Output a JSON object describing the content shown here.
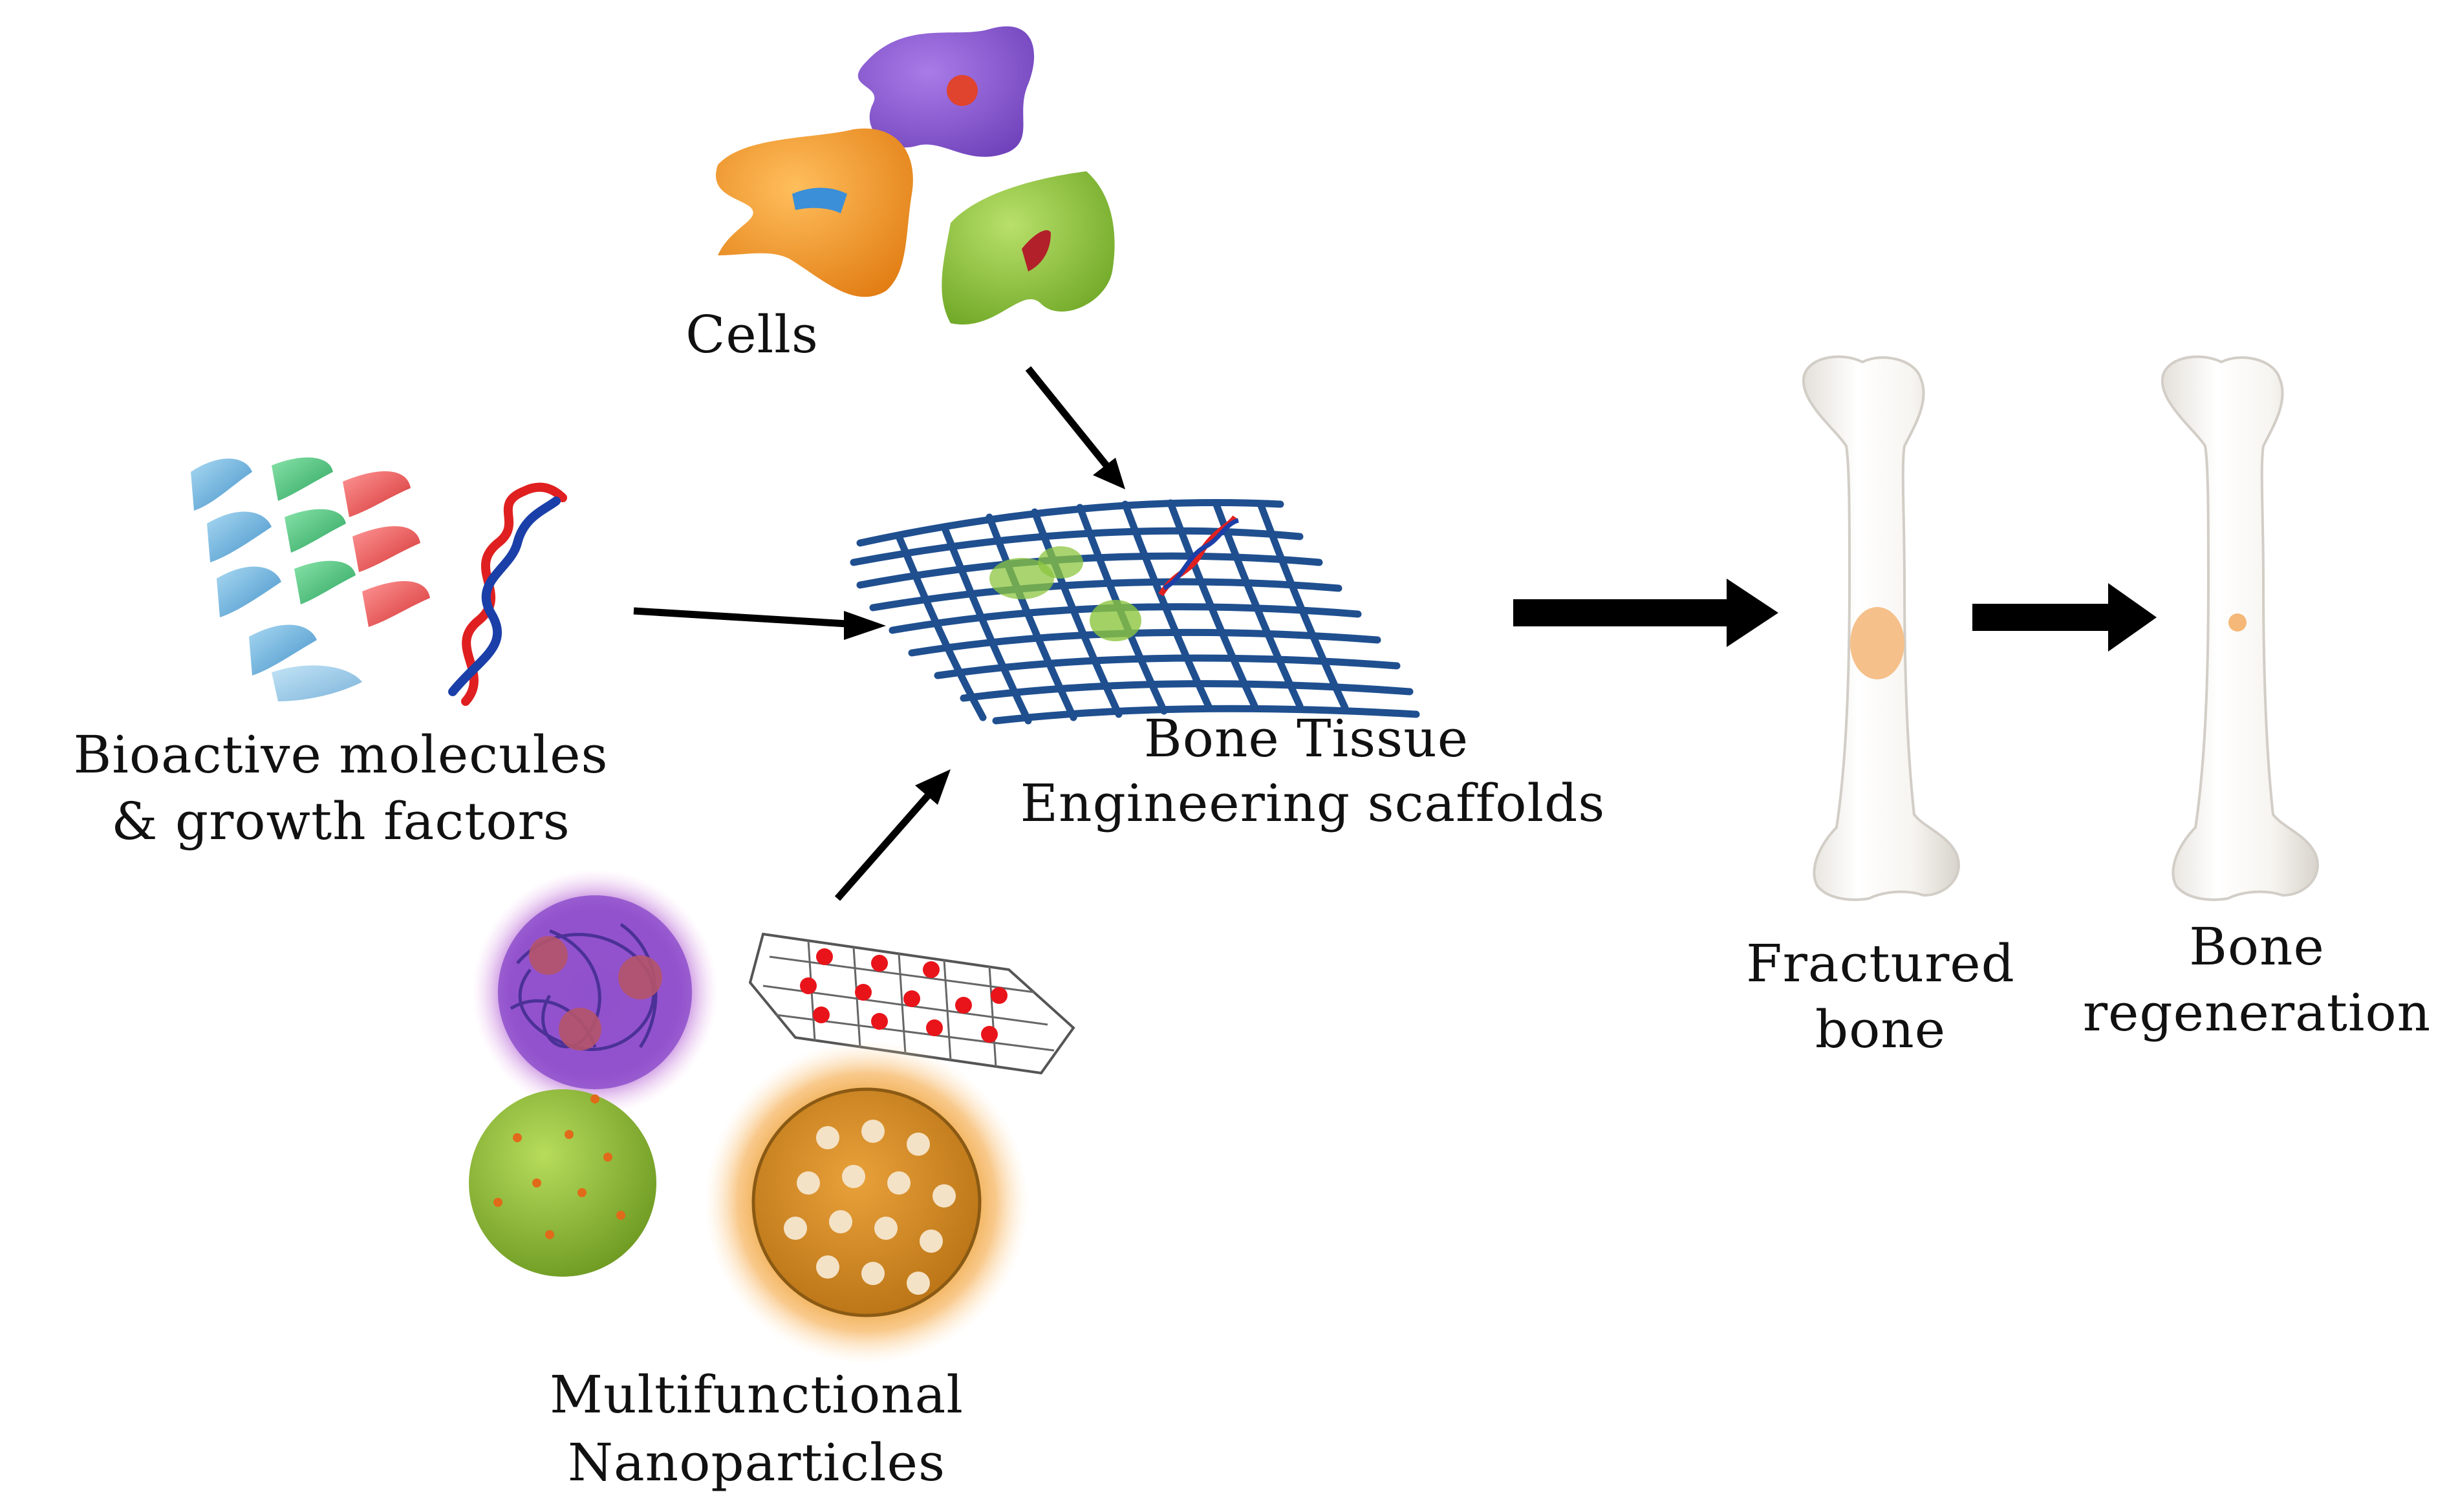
{
  "labels": {
    "cells": "Cells",
    "bioactive_line1": "Bioactive molecules",
    "bioactive_line2": "& growth factors",
    "scaffold_line1": "Bone Tissue",
    "scaffold_line2": "Engineering scaffolds",
    "nano_line1": "Multifunctional",
    "nano_line2": "Nanoparticles",
    "fractured_line1": "Fractured",
    "fractured_line2": "bone",
    "regen_line1": "Bone",
    "regen_line2": "regeneration"
  },
  "colors": {
    "scaffold_mesh": "#1f4f8f",
    "arrow": "#000000",
    "fracture_spot": "#f5c08a",
    "cell_purple": "#8a5bd6",
    "cell_orange": "#f59a2a",
    "cell_green": "#8cc63f",
    "dna_red": "#e02020",
    "dna_blue": "#1a3fa8",
    "nanoparticle_green": "#8ab832",
    "nanoparticle_orange": "#d9891a"
  },
  "icons": [
    "cells-cluster-icon",
    "protein-cluster-icon",
    "dna-helix-icon",
    "polymer-nanoparticle-icon",
    "carbon-nanotube-icon",
    "green-nanoparticle-icon",
    "mesoporous-nanoparticle-icon",
    "scaffold-mesh-icon",
    "fractured-bone-icon",
    "regenerated-bone-icon"
  ]
}
